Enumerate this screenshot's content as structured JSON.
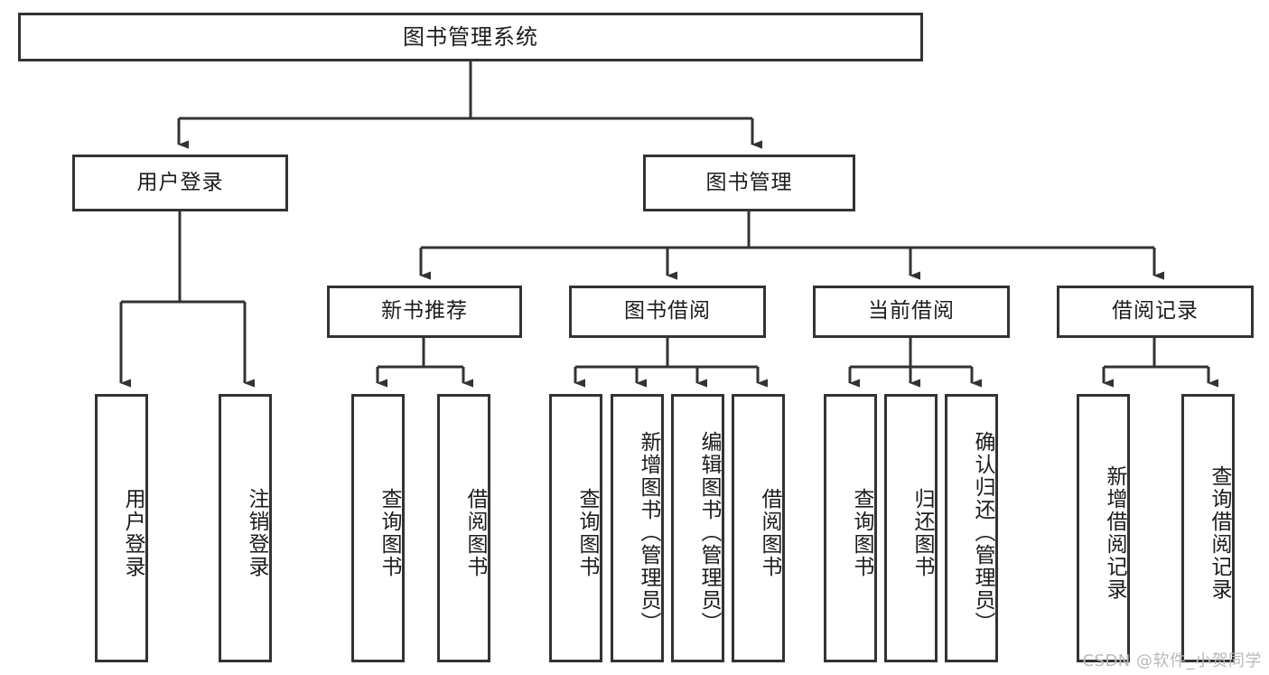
{
  "diagram": {
    "type": "tree-hierarchy",
    "title": "图书管理系统",
    "root": {
      "label": "图书管理系统"
    },
    "level2": [
      {
        "label": "用户登录"
      },
      {
        "label": "图书管理"
      }
    ],
    "level3": [
      {
        "label": "新书推荐"
      },
      {
        "label": "图书借阅"
      },
      {
        "label": "当前借阅"
      },
      {
        "label": "借阅记录"
      }
    ],
    "leaves": {
      "user_login": [
        {
          "label": "用户登录"
        },
        {
          "label": "注销登录"
        }
      ],
      "new_book_recommend": [
        {
          "label": "查询图书"
        },
        {
          "label": "借阅图书"
        }
      ],
      "book_borrow": [
        {
          "label": "查询图书"
        },
        {
          "label": "新增图书（管理员）"
        },
        {
          "label": "编辑图书（管理员）"
        },
        {
          "label": "借阅图书"
        }
      ],
      "current_borrow": [
        {
          "label": "查询图书"
        },
        {
          "label": "归还图书"
        },
        {
          "label": "确认归还（管理员）"
        }
      ],
      "borrow_record": [
        {
          "label": "新增借阅记录"
        },
        {
          "label": "查询借阅记录"
        }
      ]
    }
  },
  "watermark": {
    "text": "CSDN @软件_小贺同学"
  },
  "colors": {
    "border": "#333333",
    "background": "#ffffff",
    "text": "#1c1c1c",
    "watermark": "#b9b9b9"
  }
}
